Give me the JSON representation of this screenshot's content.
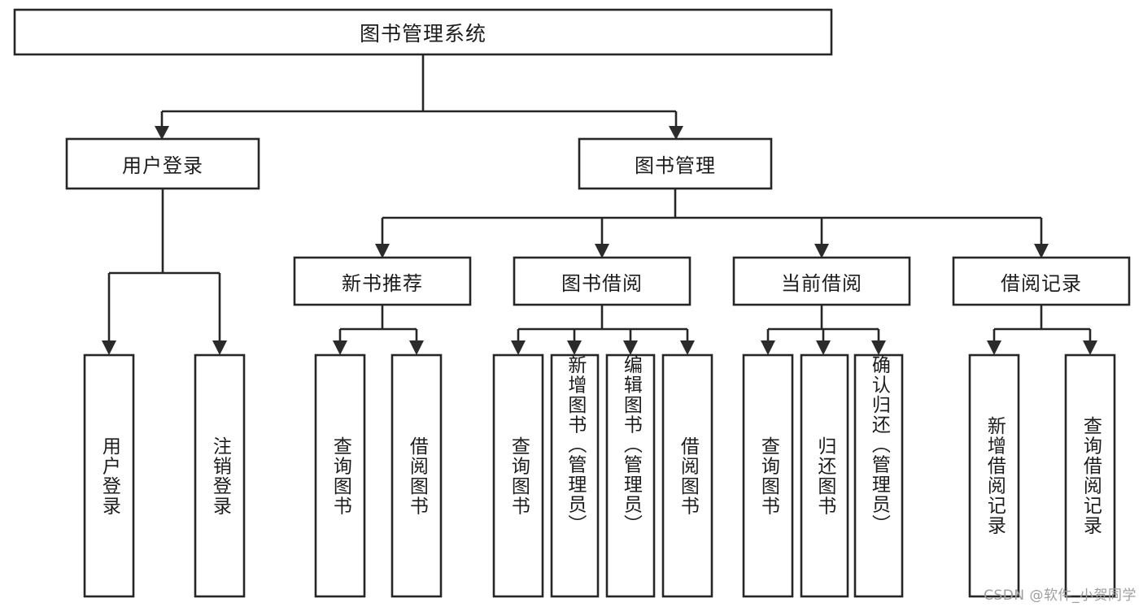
{
  "diagram": {
    "type": "tree-hierarchy",
    "title": "图书管理系统",
    "watermark": "CSDN @软件_小贺同学",
    "colors": {
      "box_stroke": "#262626",
      "box_fill": "#ffffff",
      "text": "#1c1c1c",
      "connector": "#262626",
      "background": "#ffffff",
      "watermark": "#9e9e9e"
    },
    "root": {
      "label": "图书管理系统",
      "orientation": "horizontal"
    },
    "level2": [
      {
        "label": "用户登录",
        "orientation": "horizontal"
      },
      {
        "label": "图书管理",
        "orientation": "horizontal"
      }
    ],
    "level3": [
      {
        "label": "新书推荐",
        "orientation": "horizontal"
      },
      {
        "label": "图书借阅",
        "orientation": "horizontal"
      },
      {
        "label": "当前借阅",
        "orientation": "horizontal"
      },
      {
        "label": "借阅记录",
        "orientation": "horizontal"
      }
    ],
    "leaves": [
      {
        "label": "用户登录",
        "orientation": "vertical",
        "parent": "用户登录"
      },
      {
        "label": "注销登录",
        "orientation": "vertical",
        "parent": "用户登录"
      },
      {
        "label": "查询图书",
        "orientation": "vertical",
        "parent": "新书推荐"
      },
      {
        "label": "借阅图书",
        "orientation": "vertical",
        "parent": "新书推荐"
      },
      {
        "label": "查询图书",
        "orientation": "vertical",
        "parent": "图书借阅"
      },
      {
        "label": "新增图书（管理员）",
        "orientation": "vertical",
        "parent": "图书借阅"
      },
      {
        "label": "编辑图书（管理员）",
        "orientation": "vertical",
        "parent": "图书借阅"
      },
      {
        "label": "借阅图书",
        "orientation": "vertical",
        "parent": "图书借阅"
      },
      {
        "label": "查询图书",
        "orientation": "vertical",
        "parent": "当前借阅"
      },
      {
        "label": "归还图书",
        "orientation": "vertical",
        "parent": "当前借阅"
      },
      {
        "label": "确认归还（管理员）",
        "orientation": "vertical",
        "parent": "当前借阅"
      },
      {
        "label": "新增借阅记录",
        "orientation": "vertical",
        "parent": "借阅记录"
      },
      {
        "label": "查询借阅记录",
        "orientation": "vertical",
        "parent": "借阅记录"
      }
    ]
  }
}
